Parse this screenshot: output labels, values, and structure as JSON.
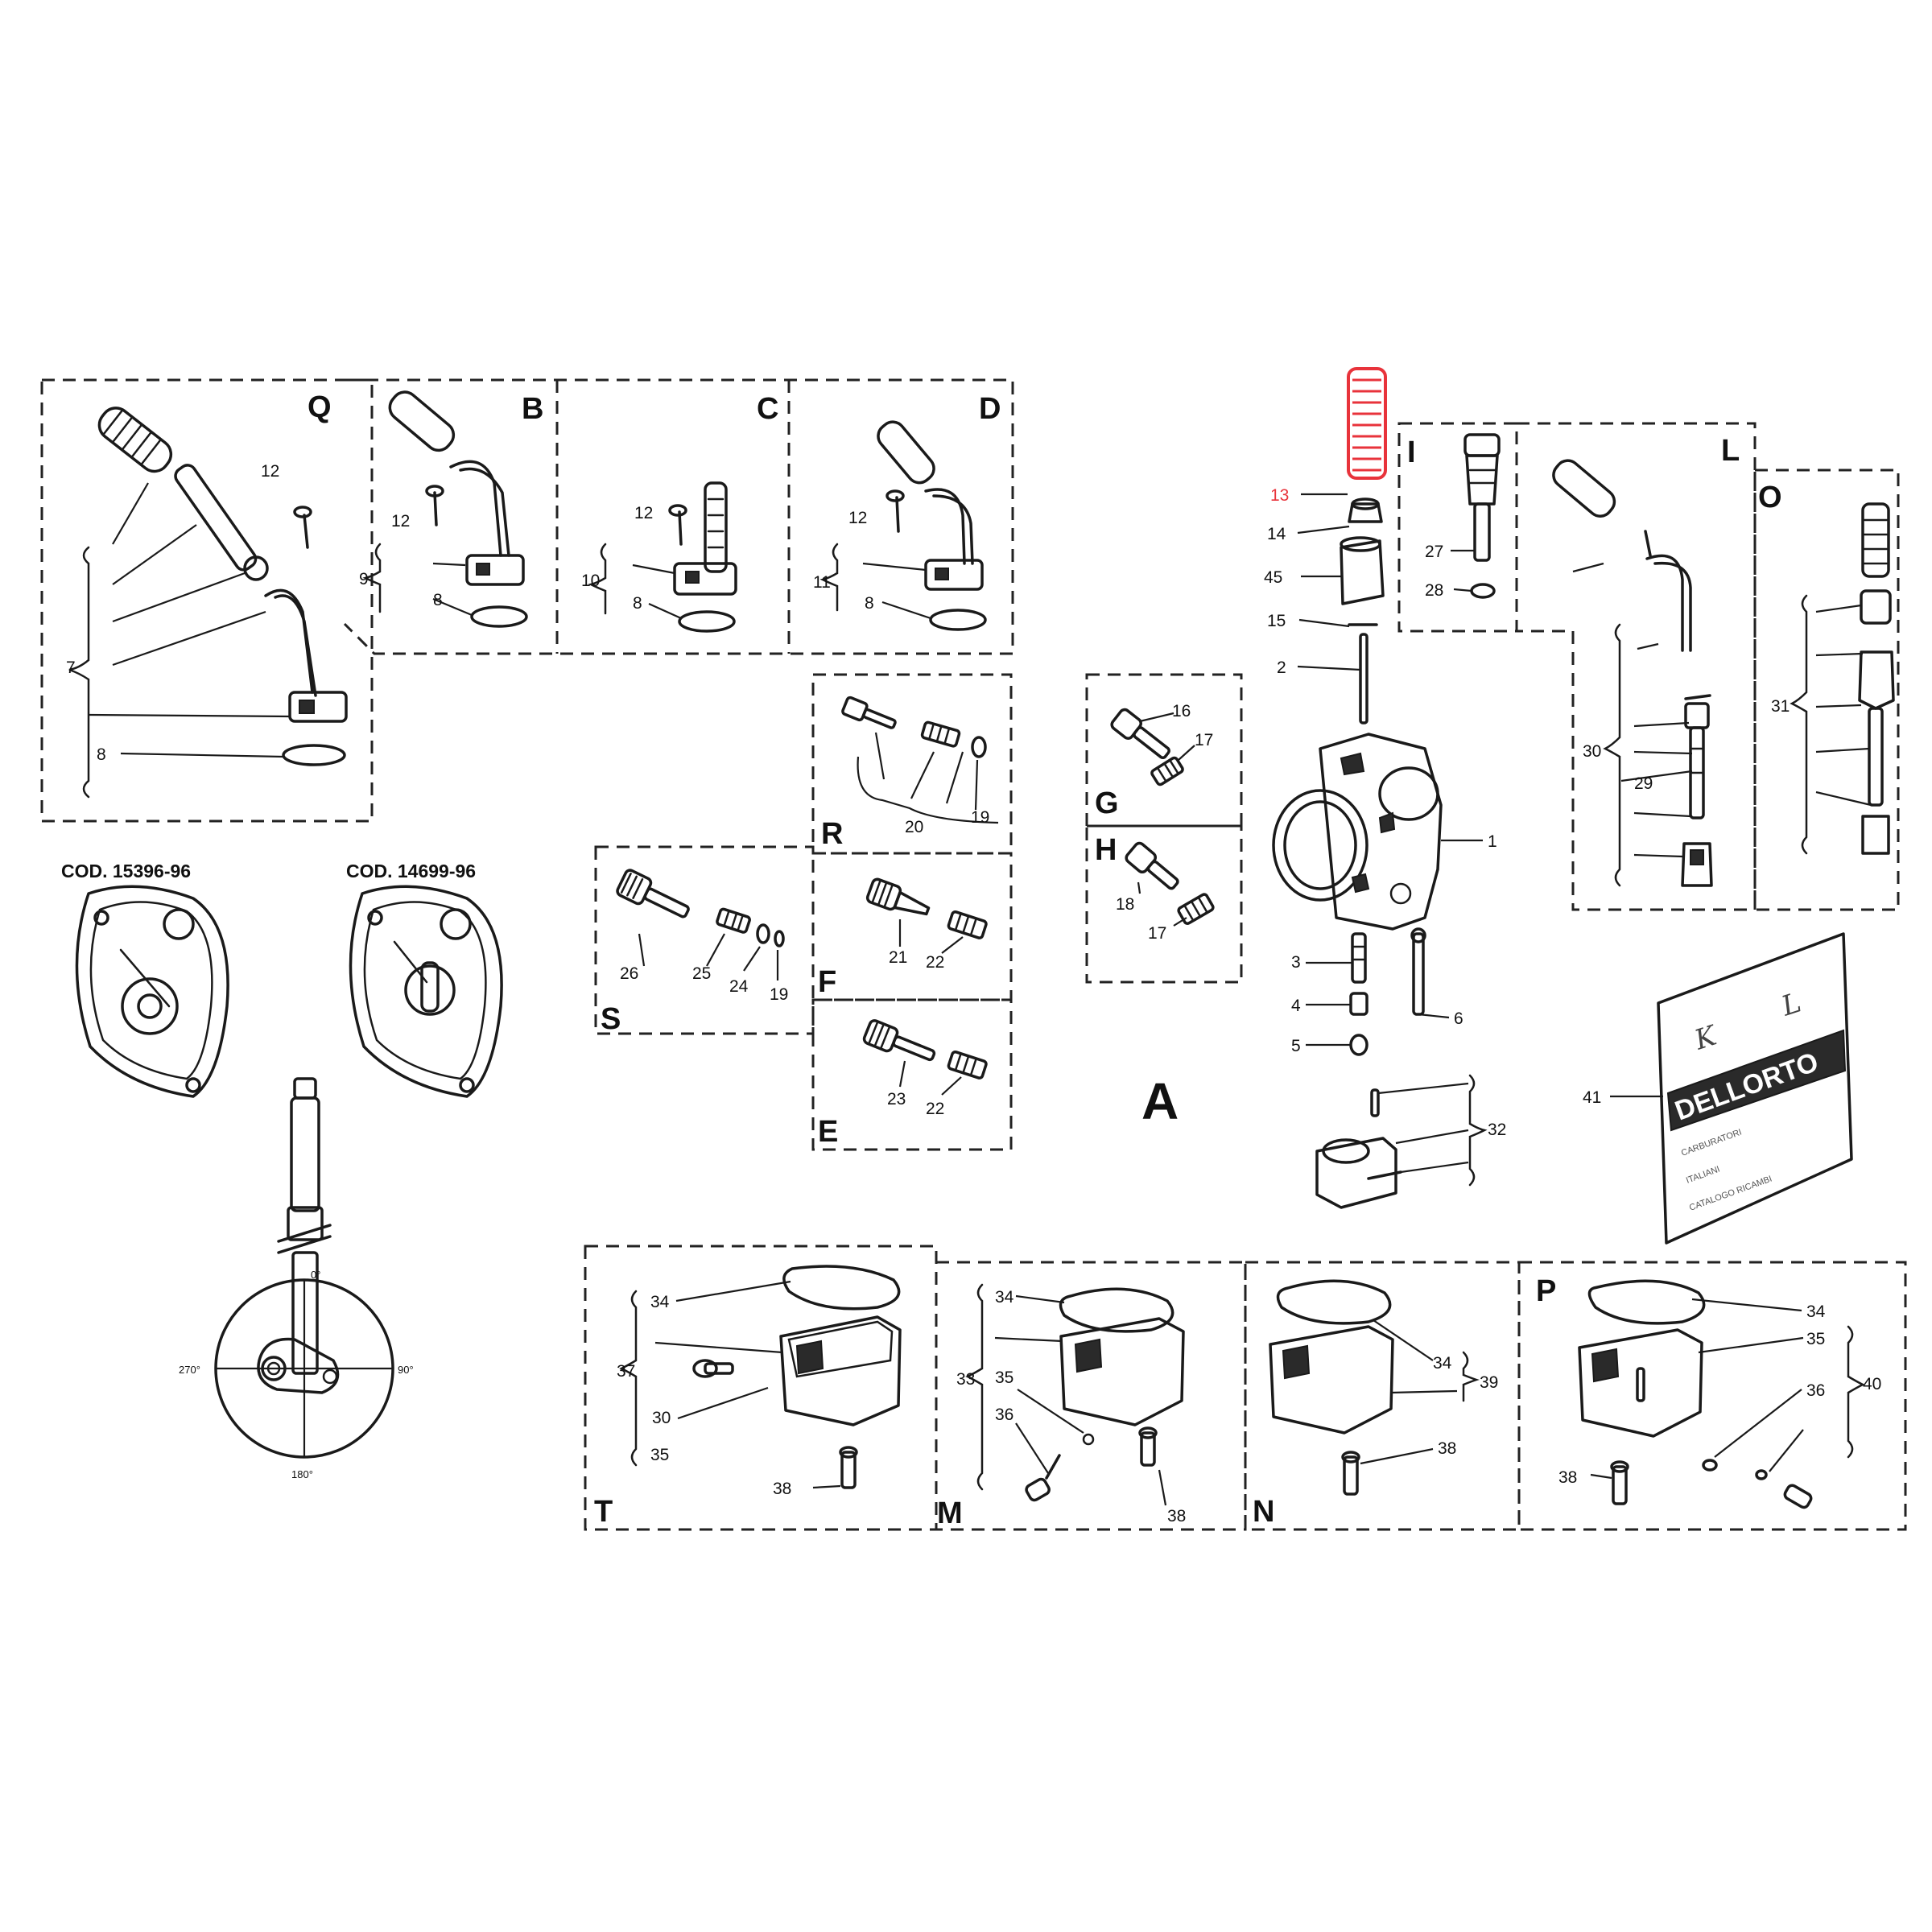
{
  "panel_letters": {
    "q": "Q",
    "b": "B",
    "c": "C",
    "d": "D",
    "i": "I",
    "l": "L",
    "o": "O",
    "r": "R",
    "s": "S",
    "f": "F",
    "e": "E",
    "g": "G",
    "h": "H",
    "a": "A",
    "t": "T",
    "m": "M",
    "n": "N",
    "p": "P"
  },
  "codes": {
    "left": "COD. 15396-96",
    "right": "COD. 14699-96"
  },
  "dial_degrees": {
    "top": "0°",
    "left": "270°",
    "right": "90°",
    "bottom": "180°"
  },
  "package_text": {
    "hand1": "K",
    "hand2": "L",
    "brand": "DELLORTO",
    "line1": "CARBURATORI",
    "line2": "ITALIANI",
    "line3": "CATALOGO RICAMBI"
  },
  "parts": {
    "q12": "12",
    "q7": "7",
    "q8": "8",
    "b12": "12",
    "b9": "9",
    "b8": "8",
    "c12": "12",
    "c10": "10",
    "c8": "8",
    "d12": "12",
    "d11": "11",
    "d8": "8",
    "r20": "20",
    "r19": "19",
    "s26": "26",
    "s25": "25",
    "s24": "24",
    "s19": "19",
    "f21": "21",
    "f22": "22",
    "e23": "23",
    "e22": "22",
    "g16": "16",
    "g17": "17",
    "h18": "18",
    "h17": "17",
    "a13": "13",
    "a14": "14",
    "a45": "45",
    "a15": "15",
    "a2": "2",
    "a1": "1",
    "a3": "3",
    "a4": "4",
    "a5": "5",
    "a6": "6",
    "a32": "32",
    "i27": "27",
    "i28": "28",
    "l30": "30",
    "l29": "29",
    "o31": "31",
    "p41": "41",
    "t34": "34",
    "t37": "37",
    "t30": "30",
    "t35": "35",
    "t38": "38",
    "m34": "34",
    "m33": "33",
    "m35": "35",
    "m36": "36",
    "m38": "38",
    "n34": "34",
    "n39": "39",
    "n38": "38",
    "p34": "34",
    "p35": "35",
    "p36": "36",
    "p40": "40",
    "p38": "38"
  },
  "colors": {
    "highlight": "#e8333b",
    "ink": "#1a1a1a",
    "background": "#ffffff"
  }
}
